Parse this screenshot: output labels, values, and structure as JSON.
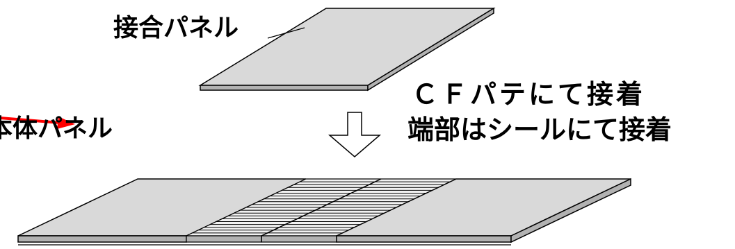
{
  "labels": {
    "joint_panel": "接合パネル",
    "cf_putty": "ＣＦパテにて接着",
    "edge_seal": "端部はシールにて接着",
    "body_panel": "本体パネル"
  },
  "colors": {
    "panel_face": "#d9d9d9",
    "panel_edge": "#b2b2b2",
    "outline": "#000000",
    "hatch": "#000000",
    "pointer_arrow": "#ff0000",
    "assembly_arrow": "#ffffff"
  },
  "icons": {
    "assembly_arrow": "hollow-down-arrow-icon",
    "pointer_arrow": "red-right-arrow-icon"
  }
}
